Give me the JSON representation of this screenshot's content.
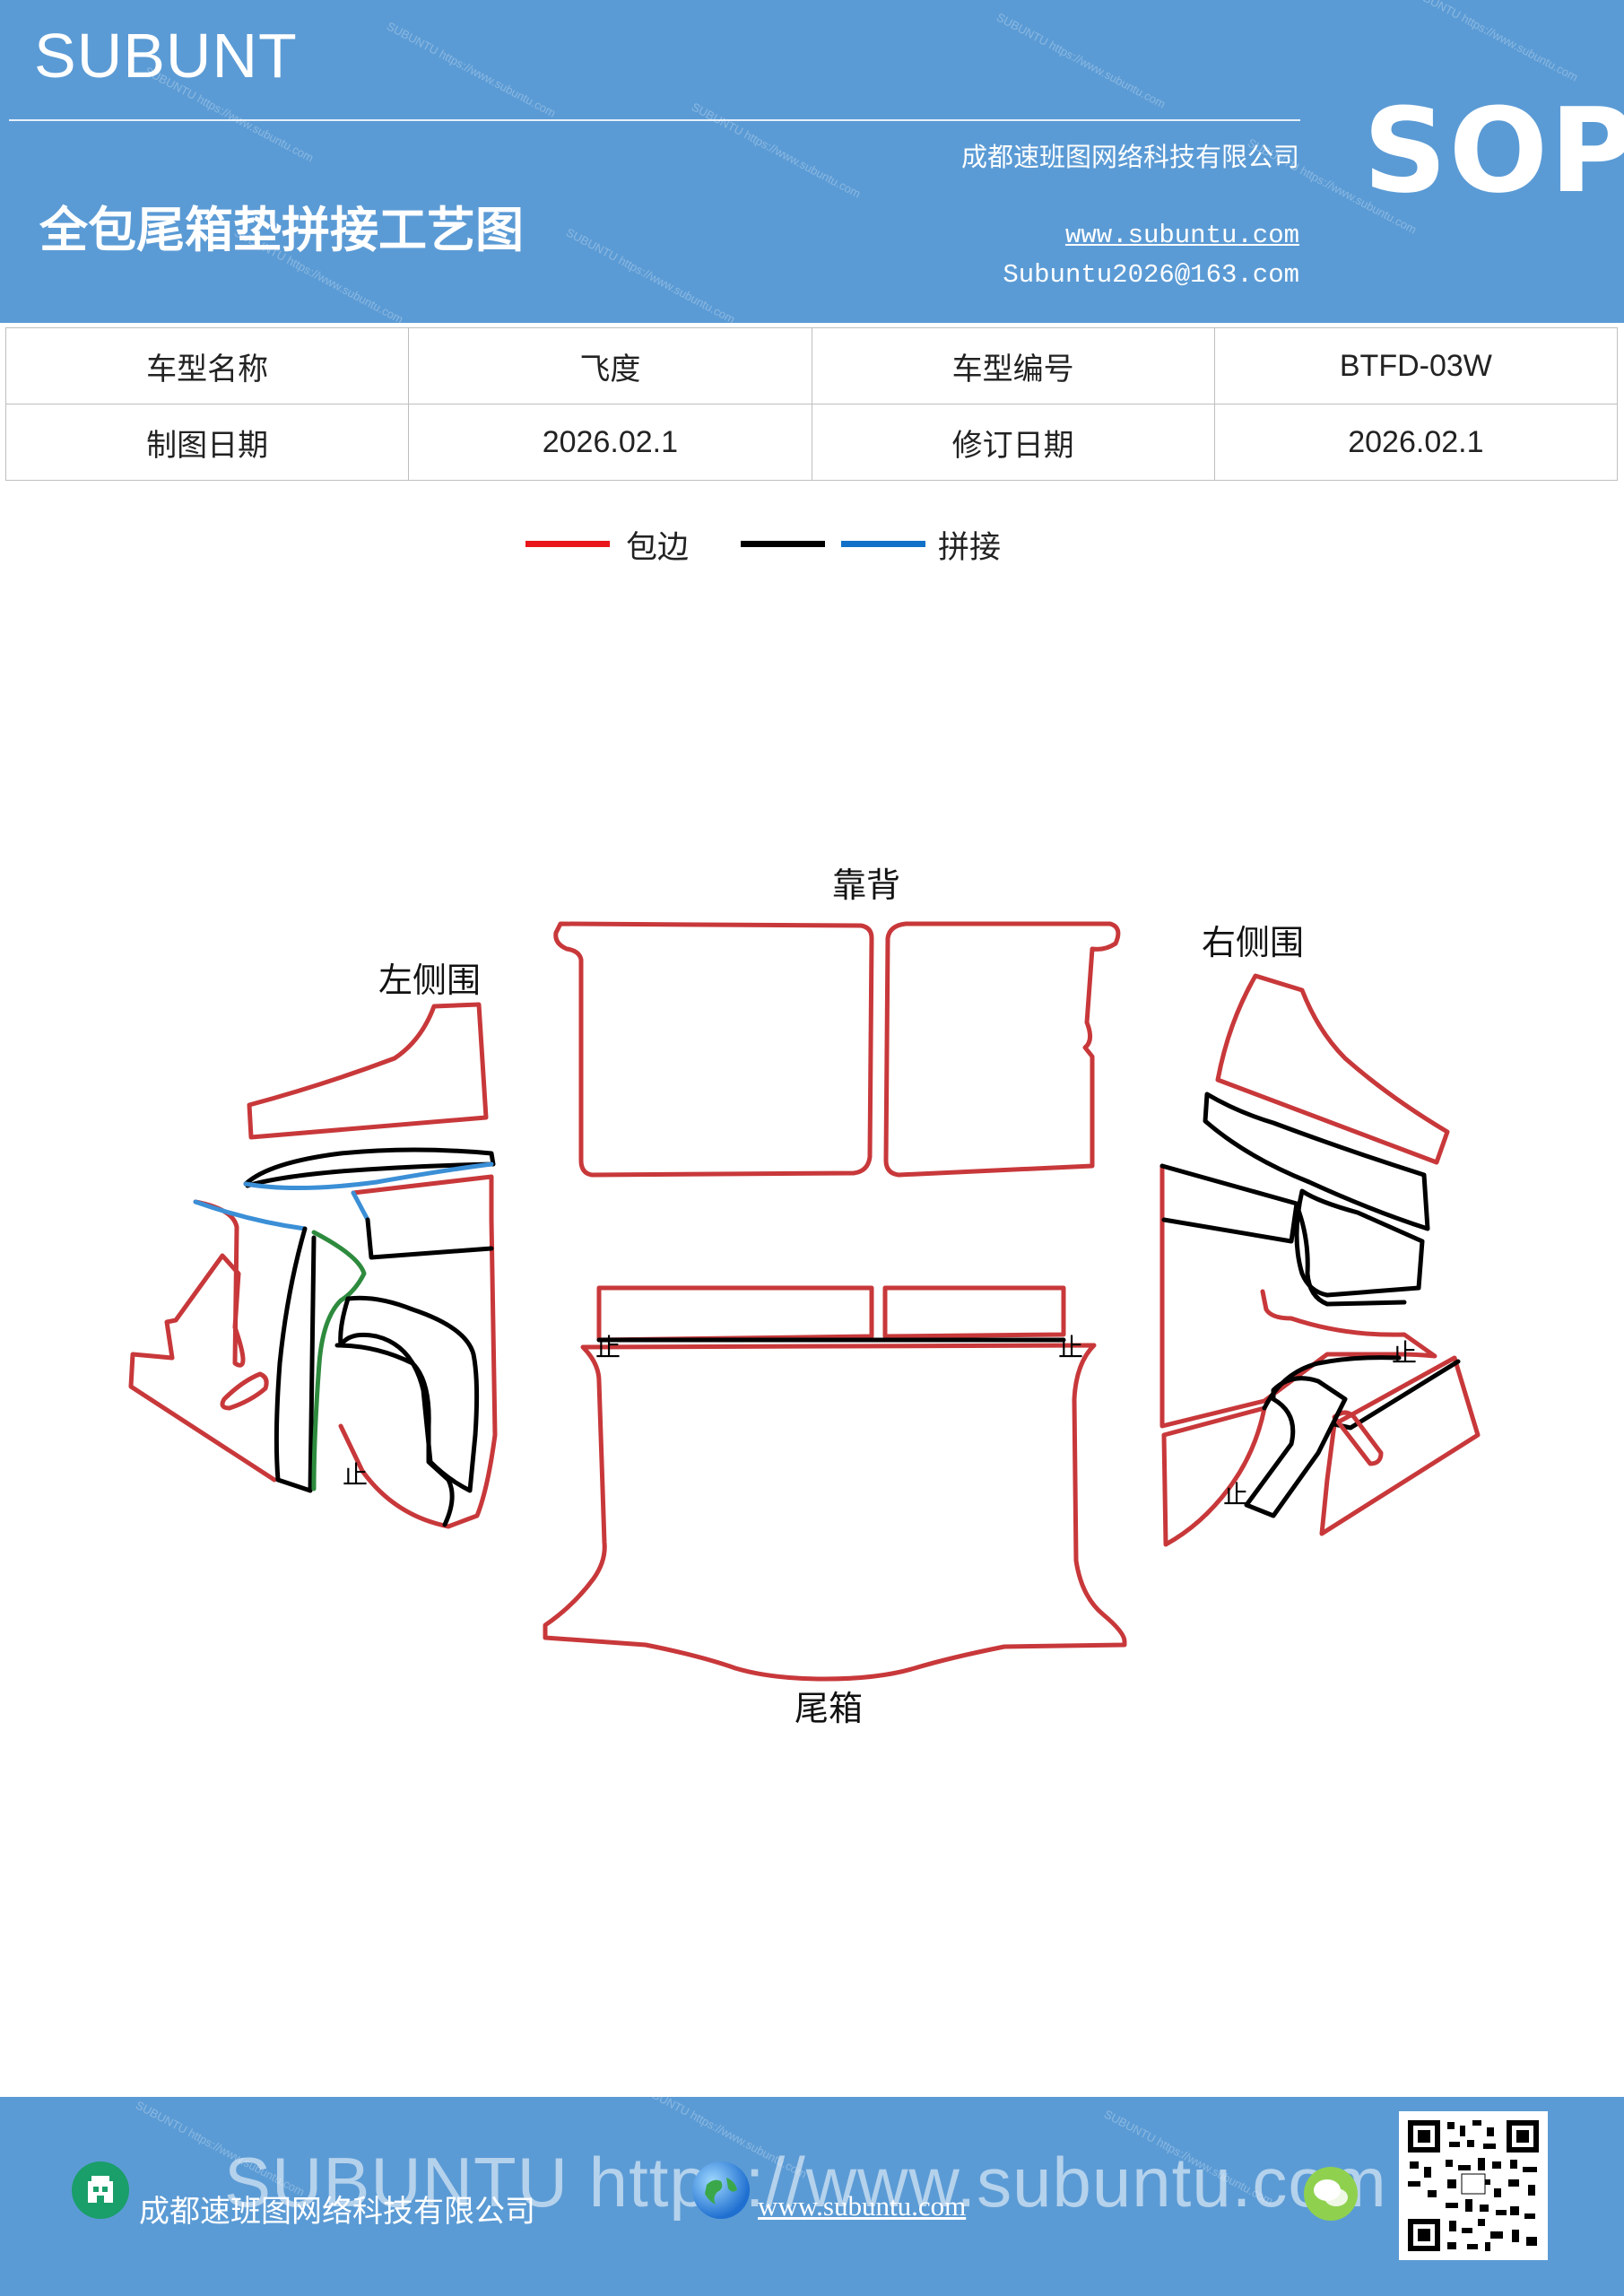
{
  "header": {
    "brand": "SUBUNT",
    "title": "全包尾箱垫拼接工艺图",
    "company": "成都速班图网络科技有限公司",
    "website": "www.subuntu.com",
    "email": "Subuntu2026@163.com",
    "sop": "SOP"
  },
  "info": {
    "model_name_label": "车型名称",
    "model_name": "飞度",
    "model_code_label": "车型编号",
    "model_code": "BTFD-03W",
    "draw_date_label": "制图日期",
    "draw_date": "2026.02.1",
    "revise_date_label": "修订日期",
    "revise_date": "2026.02.1"
  },
  "legend": {
    "edge_label": "包边",
    "splice_label": "拼接",
    "colors": {
      "edge": "#e8161b",
      "black": "#000000",
      "splice": "#1170c8"
    }
  },
  "diagram": {
    "backrest": "靠背",
    "left_side": "左侧围",
    "right_side": "右侧围",
    "trunk": "尾箱",
    "stop_mark": "止"
  },
  "footer": {
    "watermark": "SUBUNTU https://www.subuntu.com",
    "company": "成都速班图网络科技有限公司",
    "website": "www.subuntu.com"
  },
  "colors": {
    "header_bg": "#5b9bd5",
    "outline_red": "#c8383a",
    "outline_blue": "#3b8fd6",
    "outline_green": "#2e8b3e"
  }
}
